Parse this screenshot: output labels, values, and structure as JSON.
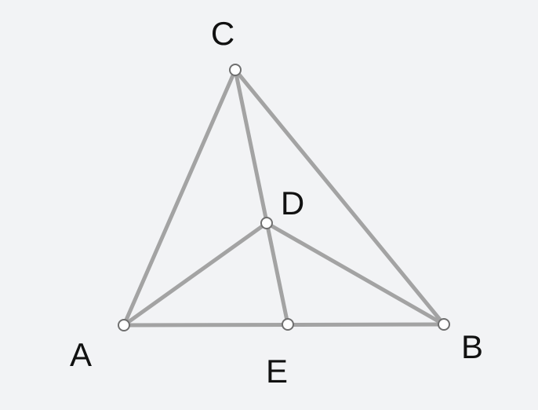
{
  "points": [
    {
      "id": "A",
      "label": "A"
    },
    {
      "id": "B",
      "label": "B"
    },
    {
      "id": "C",
      "label": "C"
    },
    {
      "id": "D",
      "label": "D"
    },
    {
      "id": "E",
      "label": "E"
    }
  ],
  "segments": [
    [
      "A",
      "B"
    ],
    [
      "B",
      "C"
    ],
    [
      "C",
      "A"
    ],
    [
      "C",
      "E"
    ],
    [
      "A",
      "D"
    ],
    [
      "D",
      "B"
    ]
  ],
  "colors": {
    "background": "#f2f3f5",
    "segment": "#a3a3a3",
    "point_fill": "#ffffff",
    "point_stroke": "#6f6f6f",
    "label": "#111111"
  }
}
